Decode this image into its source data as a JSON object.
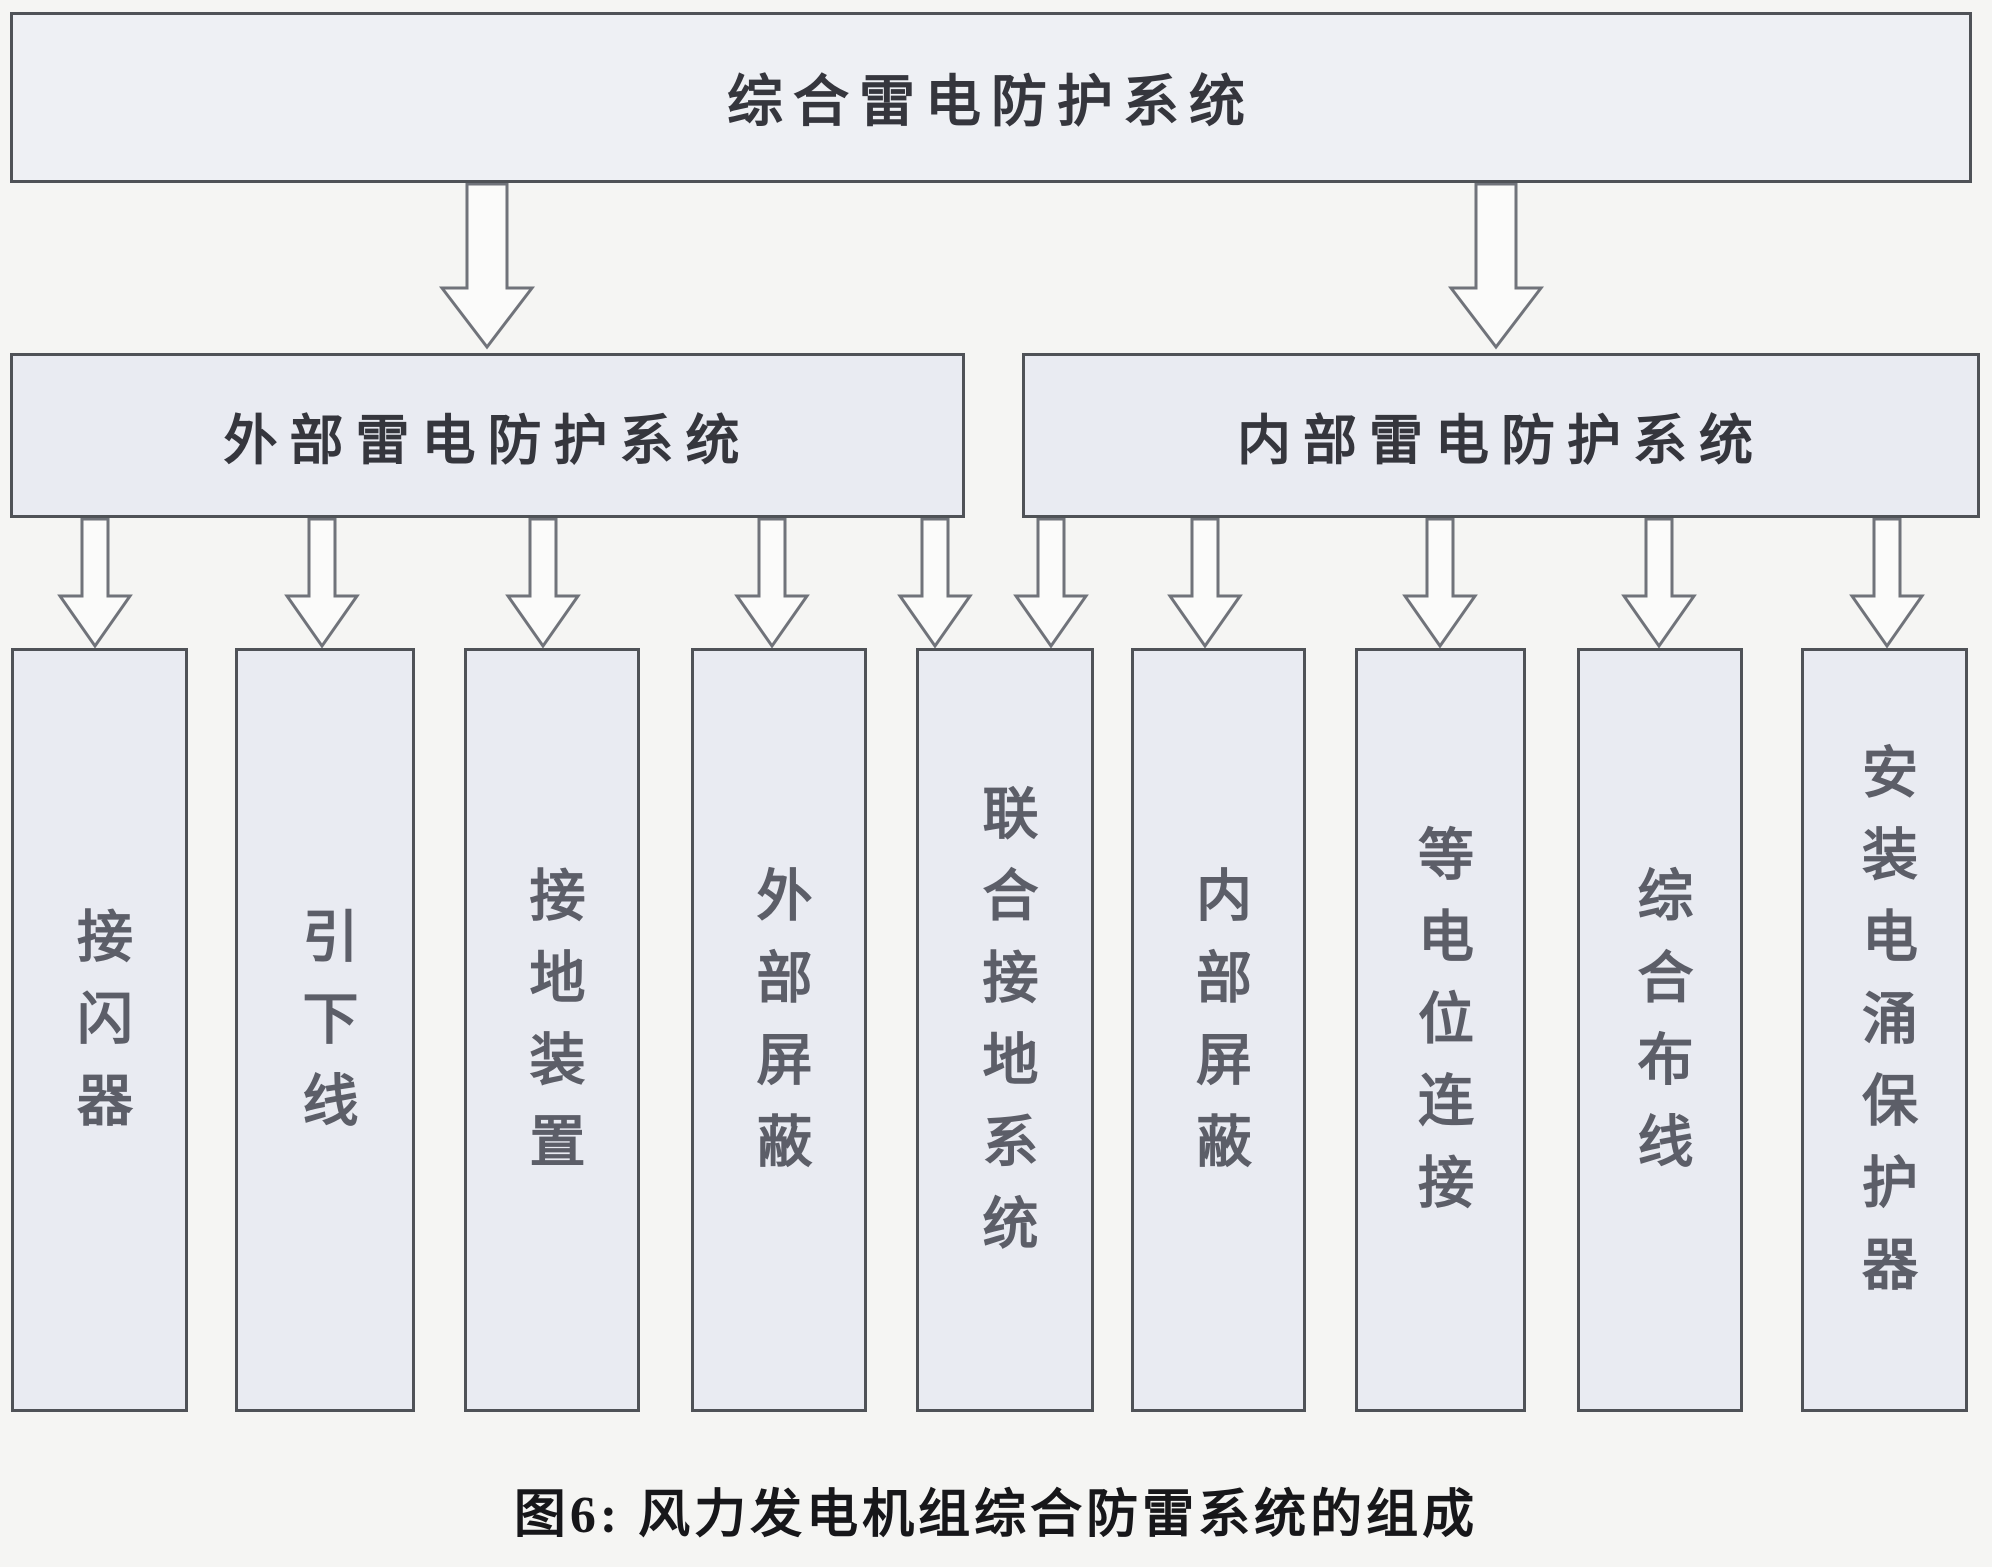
{
  "diagram": {
    "root": {
      "label": "综合雷电防护系统"
    },
    "branches": [
      {
        "id": "external",
        "label": "外部雷电防护系统"
      },
      {
        "id": "internal",
        "label": "内部雷电防护系统"
      }
    ],
    "leaves": [
      {
        "label": "接闪器",
        "parent": "external"
      },
      {
        "label": "引下线",
        "parent": "external"
      },
      {
        "label": "接地装置",
        "parent": "external"
      },
      {
        "label": "外部屏蔽",
        "parent": "external"
      },
      {
        "label": "联合接地系统",
        "parent": "external+internal"
      },
      {
        "label": "内部屏蔽",
        "parent": "internal"
      },
      {
        "label": "等电位连接",
        "parent": "internal"
      },
      {
        "label": "综合布线",
        "parent": "internal"
      },
      {
        "label": "安装电涌保护器",
        "parent": "internal"
      }
    ],
    "caption": "图6: 风力发电机组综合防雷系统的组成",
    "colors": {
      "background": "#f5f5f3",
      "box_fill": "#e9ebf2",
      "top_box_fill": "#eef0f4",
      "border": "#4f5257",
      "arrow_outline": "#70737a",
      "arrow_fill": "#fbfbfa",
      "heading_text": "#35363d",
      "column_text": "#5c5e68",
      "caption_text": "#17171a"
    }
  }
}
